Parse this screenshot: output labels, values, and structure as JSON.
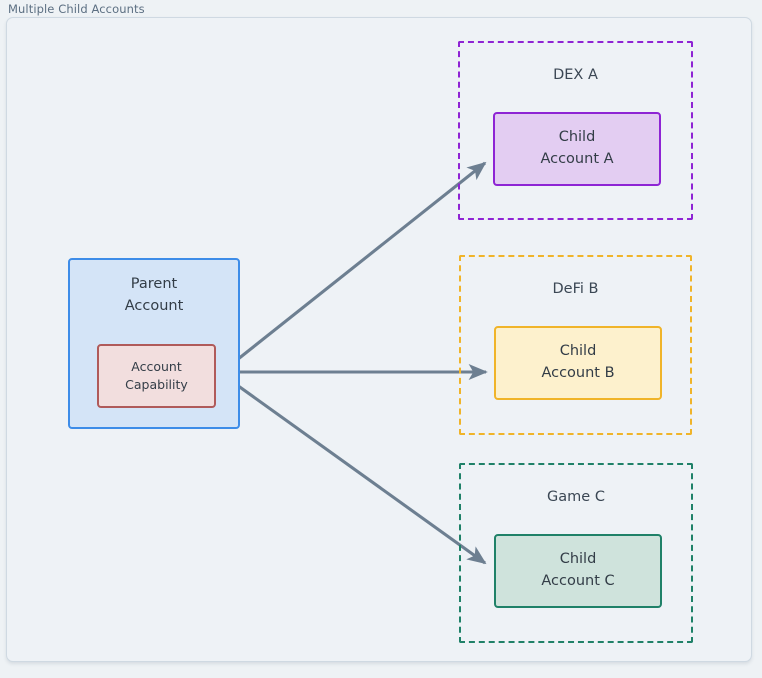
{
  "panel": {
    "title": "Multiple Child Accounts"
  },
  "colors": {
    "canvas_background": "#eef2f6",
    "frame_border": "#cfd9e2",
    "arrow": "#6d7f91",
    "text": "#333d47",
    "title_text": "#5c6f82",
    "parent_fill": "#d4e4f7",
    "parent_border": "#3d8ce8",
    "capability_fill": "#f2dede",
    "capability_border": "#b05a5a",
    "dex_border": "#8e24d4",
    "dex_fill": "#e3cdf2",
    "defi_border": "#f0b429",
    "defi_fill": "#fdf1cd",
    "game_border": "#1f8168",
    "game_fill": "#cfe3dc"
  },
  "parent": {
    "title_line1": "Parent",
    "title_line2": "Account",
    "capability_line1": "Account",
    "capability_line2": "Capability"
  },
  "groups": [
    {
      "id": "dex",
      "label": "DEX A",
      "border_color": "#8e24d4",
      "child_line1": "Child",
      "child_line2": "Account A",
      "child_fill": "#e3cdf2",
      "child_border": "#8e24d4"
    },
    {
      "id": "defi",
      "label": "DeFi B",
      "border_color": "#f0b429",
      "child_line1": "Child",
      "child_line2": "Account B",
      "child_fill": "#fdf1cd",
      "child_border": "#f0b429"
    },
    {
      "id": "game",
      "label": "Game C",
      "border_color": "#1f8168",
      "child_line1": "Child",
      "child_line2": "Account C",
      "child_fill": "#cfe3dc",
      "child_border": "#1f8168"
    }
  ],
  "edges": [
    {
      "id": "edge-parent-to-child-a",
      "from": "account-capability",
      "to": "child-account-a",
      "label": ""
    },
    {
      "id": "edge-parent-to-child-b",
      "from": "account-capability",
      "to": "child-account-b",
      "label": ""
    },
    {
      "id": "edge-parent-to-child-c",
      "from": "account-capability",
      "to": "child-account-c",
      "label": ""
    }
  ]
}
